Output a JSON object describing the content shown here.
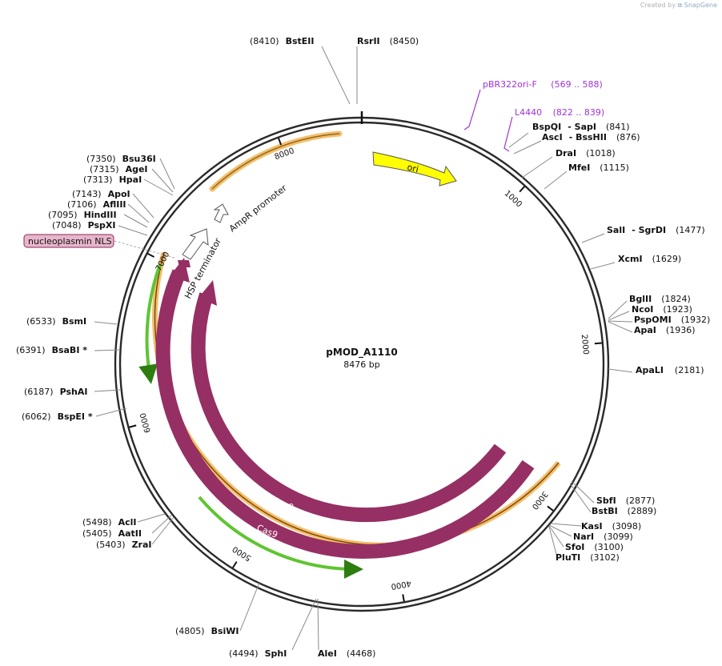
{
  "attribution": {
    "prefix": "Created by",
    "brand": "SnapGene"
  },
  "plasmid": {
    "name": "pMOD_A1110",
    "length_label": "8476 bp",
    "length": 8476
  },
  "colors": {
    "cas9": "#962f64",
    "ori": "#ffff00",
    "orange_halo": "#f5be6a",
    "green": "#5ec531",
    "primer": "#a033d6",
    "nls": "#e8b6cc"
  },
  "ticks": [
    {
      "label": "1000",
      "pos": 1000
    },
    {
      "label": "2000",
      "pos": 2000
    },
    {
      "label": "3000",
      "pos": 3000
    },
    {
      "label": "4000",
      "pos": 4000
    },
    {
      "label": "5000",
      "pos": 5000
    },
    {
      "label": "6000",
      "pos": 6000
    },
    {
      "label": "7000",
      "pos": 7000
    },
    {
      "label": "8000",
      "pos": 8000
    }
  ],
  "sites": [
    {
      "pos": "(8410)",
      "name": "BstEII"
    },
    {
      "name": "RsrII",
      "pos": "(8450)"
    },
    {
      "name": "BspQI",
      "suffix": "- SapI",
      "pos": "(841)"
    },
    {
      "name": "AscI",
      "suffix": "- BssHII",
      "pos": "(876)"
    },
    {
      "name": "DraI",
      "pos": "(1018)"
    },
    {
      "name": "MfeI",
      "pos": "(1115)"
    },
    {
      "name": "SalI",
      "suffix": "- SgrDI",
      "pos": "(1477)"
    },
    {
      "name": "XcmI",
      "pos": "(1629)"
    },
    {
      "name": "BglII",
      "pos": "(1824)"
    },
    {
      "name": "NcoI",
      "pos": "(1923)"
    },
    {
      "name": "PspOMI",
      "pos": "(1932)"
    },
    {
      "name": "ApaI",
      "pos": "(1936)"
    },
    {
      "name": "ApaLI",
      "pos": "(2181)"
    },
    {
      "name": "SbfI",
      "pos": "(2877)"
    },
    {
      "name": "BstBI",
      "pos": "(2889)"
    },
    {
      "name": "KasI",
      "pos": "(3098)"
    },
    {
      "name": "NarI",
      "pos": "(3099)"
    },
    {
      "name": "SfoI",
      "pos": "(3100)"
    },
    {
      "name": "PluTI",
      "pos": "(3102)"
    },
    {
      "name": "AleI",
      "pos": "(4468)"
    },
    {
      "pos": "(4494)",
      "name": "SphI"
    },
    {
      "pos": "(4805)",
      "name": "BsiWI"
    },
    {
      "pos": "(5403)",
      "name": "ZraI"
    },
    {
      "pos": "(5405)",
      "name": "AatII"
    },
    {
      "pos": "(5498)",
      "name": "AclI"
    },
    {
      "pos": "(6062)",
      "name": "BspEI *"
    },
    {
      "pos": "(6187)",
      "name": "PshAI"
    },
    {
      "pos": "(6391)",
      "name": "BsaBI *"
    },
    {
      "pos": "(6533)",
      "name": "BsmI"
    },
    {
      "pos": "(7048)",
      "name": "PspXI"
    },
    {
      "pos": "(7095)",
      "name": "HindIII"
    },
    {
      "pos": "(7106)",
      "name": "AflIII"
    },
    {
      "pos": "(7143)",
      "name": "ApoI"
    },
    {
      "pos": "(7313)",
      "name": "HpaI"
    },
    {
      "pos": "(7315)",
      "name": "AgeI"
    },
    {
      "pos": "(7350)",
      "name": "Bsu36I"
    }
  ],
  "primers": [
    {
      "name": "pBR322ori-F",
      "range": "(569 .. 588)"
    },
    {
      "name": "L4440",
      "range": "(822 .. 839)"
    }
  ],
  "features": {
    "ori": "ori",
    "ampr_promoter": "AmpR promoter",
    "hsp_terminator": "HSP terminator",
    "cas9": "Cas9",
    "cas9_outer": "Cas9",
    "nls": "nucleoplasmin NLS"
  }
}
